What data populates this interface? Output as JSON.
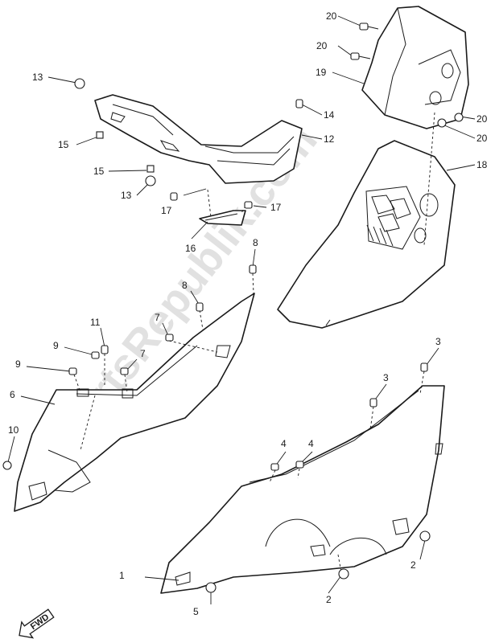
{
  "watermark": "PartsRepublik.com",
  "fwd_label": "FWD",
  "callouts": {
    "c1": "1",
    "c2a": "2",
    "c2b": "2",
    "c3a": "3",
    "c3b": "3",
    "c4a": "4",
    "c4b": "4",
    "c5": "5",
    "c6": "6",
    "c7a": "7",
    "c7b": "7",
    "c8a": "8",
    "c8b": "8",
    "c9a": "9",
    "c9b": "9",
    "c10": "10",
    "c11": "11",
    "c12": "12",
    "c13a": "13",
    "c13b": "13",
    "c14": "14",
    "c15a": "15",
    "c15b": "15",
    "c16": "16",
    "c17a": "17",
    "c17b": "17",
    "c18": "18",
    "c19": "19",
    "c20a": "20",
    "c20b": "20",
    "c20c": "20",
    "c20d": "20"
  }
}
